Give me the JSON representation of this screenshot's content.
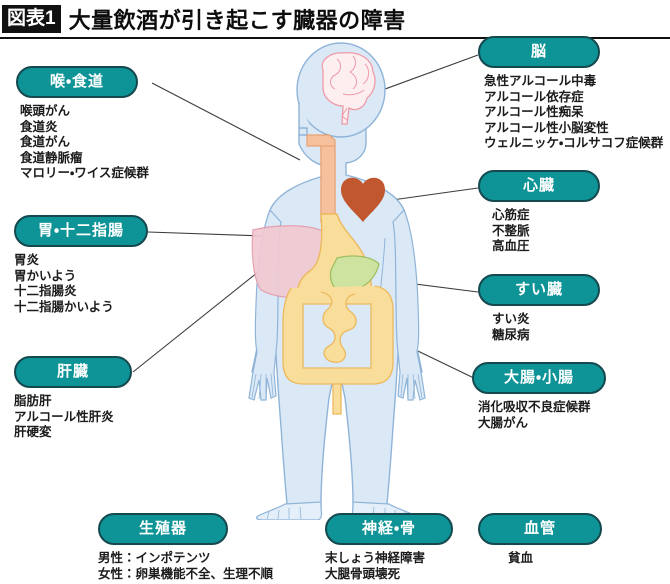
{
  "header": {
    "figure_badge": "図表1",
    "title": "大量飲酒が引き起こす臓器の障害"
  },
  "colors": {
    "pill_fill": "#0e9396",
    "pill_border": "#15494f",
    "pill_text": "#ffffff",
    "body_fill": "#dbe9f6",
    "body_stroke": "#8fb4d8",
    "brain": "#f7ccd2",
    "esophagus": "#f5b48c",
    "heart": "#c1572f",
    "liver": "#f0c4cd",
    "stomach": "#f9dd9a",
    "pancreas": "#c9e09a",
    "intestine": "#f9dd9a",
    "connector": "#3b3b3b",
    "text": "#1c1c1c",
    "rule": "#111111"
  },
  "callouts": [
    {
      "id": "throat-esophagus",
      "label": "喉・食道",
      "items": [
        "喉頭がん",
        "食道炎",
        "食道がん",
        "食道静脈瘤",
        "マロリー・ワイス症候群"
      ]
    },
    {
      "id": "brain",
      "label": "脳",
      "items": [
        "急性アルコール中毒",
        "アルコール依存症",
        "アルコール性痴呆",
        "アルコール性小脳変性",
        "ウェルニッケ・コルサコフ症候群"
      ]
    },
    {
      "id": "heart",
      "label": "心臓",
      "items": [
        "心筋症",
        "不整脈",
        "高血圧"
      ]
    },
    {
      "id": "stomach-duodenum",
      "label": "胃・十二指腸",
      "items": [
        "胃炎",
        "胃かいよう",
        "十二指腸炎",
        "十二指腸かいよう"
      ]
    },
    {
      "id": "pancreas",
      "label": "すい臓",
      "items": [
        "すい炎",
        "糖尿病"
      ]
    },
    {
      "id": "liver",
      "label": "肝臓",
      "items": [
        "脂肪肝",
        "アルコール性肝炎",
        "肝硬変"
      ]
    },
    {
      "id": "intestines",
      "label": "大腸・小腸",
      "items": [
        "消化吸収不良症候群",
        "大腸がん"
      ]
    },
    {
      "id": "reproductive",
      "label": "生殖器",
      "items": [
        "男性：インポテンツ",
        "女性：卵巣機能不全、生理不順"
      ]
    },
    {
      "id": "nerves-bones",
      "label": "神経・骨",
      "items": [
        "末しょう神経障害",
        "大腿骨頭壊死"
      ]
    },
    {
      "id": "blood-vessels",
      "label": "血管",
      "items": [
        "貧血"
      ]
    }
  ],
  "anatomy": {
    "organs": [
      "brain",
      "esophagus",
      "heart",
      "liver",
      "stomach",
      "pancreas",
      "intestines",
      "human-body-silhouette"
    ]
  }
}
